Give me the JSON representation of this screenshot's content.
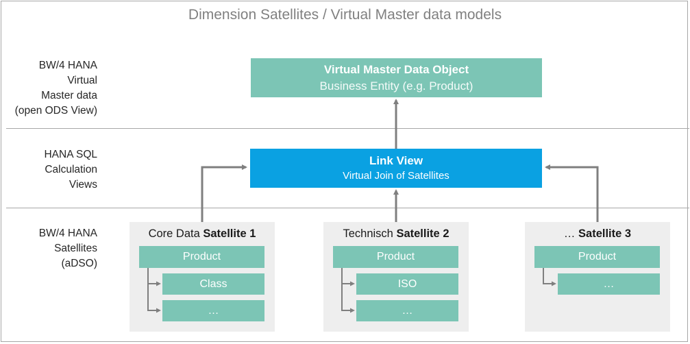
{
  "title": "Dimension Satellites / Virtual Master data models",
  "layers": [
    {
      "id": "master",
      "lines": [
        "BW/4 HANA",
        "Virtual",
        "Master data",
        "(open ODS View)"
      ]
    },
    {
      "id": "calc",
      "lines": [
        "HANA SQL",
        "Calculation",
        "Views"
      ]
    },
    {
      "id": "sat",
      "lines": [
        "BW/4 HANA",
        "Satellites",
        "(aDSO)"
      ]
    }
  ],
  "virtual_master": {
    "title": "Virtual  Master Data Object",
    "subtitle": "Business Entity (e.g. Product)"
  },
  "link_view": {
    "title": "Link View",
    "subtitle": "Virtual Join of Satellites"
  },
  "satellites": [
    {
      "prefix": "Core Data ",
      "name": "Satellite 1",
      "root": "Product",
      "children": [
        "Class",
        "…"
      ]
    },
    {
      "prefix": "Technisch ",
      "name": "Satellite 2",
      "root": "Product",
      "children": [
        "ISO",
        "…"
      ]
    },
    {
      "prefix": "… ",
      "name": "Satellite 3",
      "root": "Product",
      "children": [
        "…"
      ]
    }
  ],
  "colors": {
    "teal": "#7cc5b5",
    "blue": "#0aa1e2",
    "arrow": "#7f7f7f",
    "panel": "#eeeeee"
  }
}
